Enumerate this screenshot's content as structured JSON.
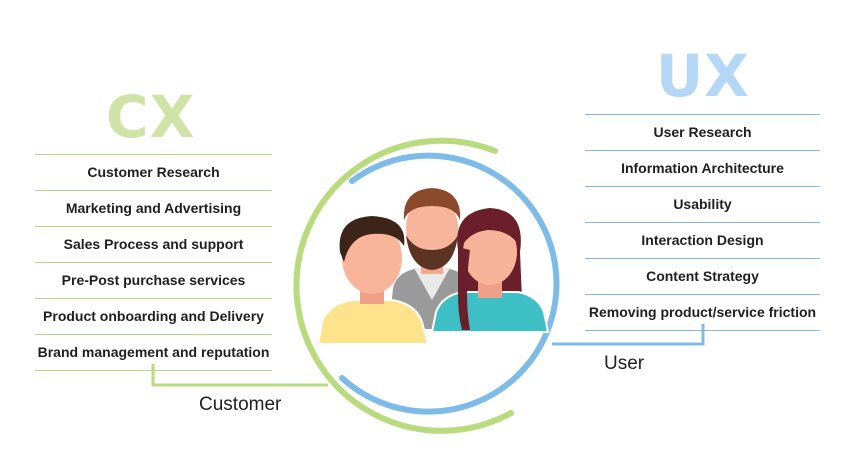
{
  "colors": {
    "cx": "#b8db7e",
    "cx_title": "#cfe3a6",
    "ux": "#7fbbe9",
    "ux_title": "#b3d7f5",
    "text": "#1f1f1f"
  },
  "cx": {
    "title": "CX",
    "items": [
      "Customer Research",
      "Marketing and Advertising",
      "Sales Process and support",
      "Pre-Post purchase services",
      "Product onboarding and Delivery",
      "Brand management and reputation"
    ],
    "connector_label": "Customer"
  },
  "ux": {
    "title": "UX",
    "items": [
      "User Research",
      "Information Architecture",
      "Usability",
      "Interaction Design",
      "Content Strategy",
      "Removing product/service friction"
    ],
    "connector_label": "User"
  },
  "illustration": {
    "icons": [
      "man-with-beard-icon",
      "young-man-icon",
      "woman-icon"
    ]
  }
}
